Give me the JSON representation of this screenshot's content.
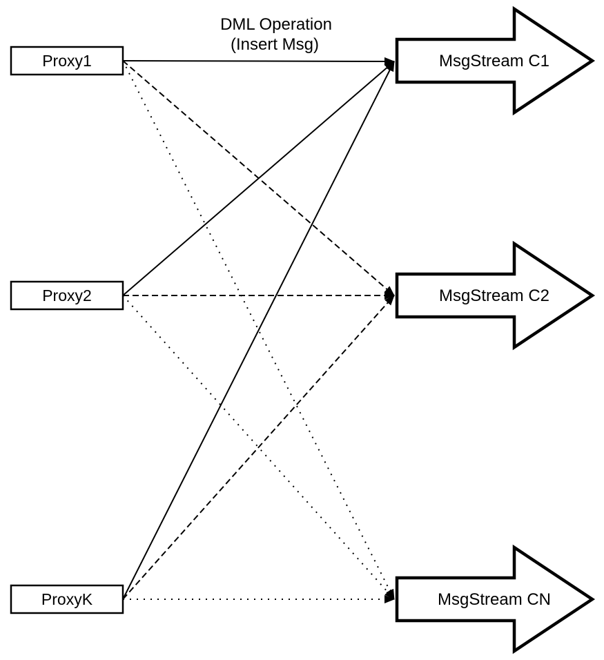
{
  "diagram": {
    "annotation": {
      "line1": "DML Operation",
      "line2": "(Insert Msg)"
    },
    "proxies": [
      {
        "id": "proxy1",
        "label": "Proxy1"
      },
      {
        "id": "proxy2",
        "label": "Proxy2"
      },
      {
        "id": "proxyk",
        "label": "ProxyK"
      }
    ],
    "streams": [
      {
        "id": "c1",
        "label": "MsgStream C1"
      },
      {
        "id": "c2",
        "label": "MsgStream C2"
      },
      {
        "id": "cn",
        "label": "MsgStream CN"
      }
    ],
    "edges": [
      {
        "from": "proxy1",
        "to": "c1",
        "style": "solid"
      },
      {
        "from": "proxy1",
        "to": "c2",
        "style": "dashed"
      },
      {
        "from": "proxy1",
        "to": "cn",
        "style": "dotted"
      },
      {
        "from": "proxy2",
        "to": "c1",
        "style": "solid"
      },
      {
        "from": "proxy2",
        "to": "c2",
        "style": "dashed"
      },
      {
        "from": "proxy2",
        "to": "cn",
        "style": "dotted"
      },
      {
        "from": "proxyk",
        "to": "c1",
        "style": "solid"
      },
      {
        "from": "proxyk",
        "to": "c2",
        "style": "dashed"
      },
      {
        "from": "proxyk",
        "to": "cn",
        "style": "dotted"
      }
    ],
    "colors": {
      "stroke": "#000000",
      "fill": "#ffffff",
      "background": "#ffffff"
    }
  }
}
